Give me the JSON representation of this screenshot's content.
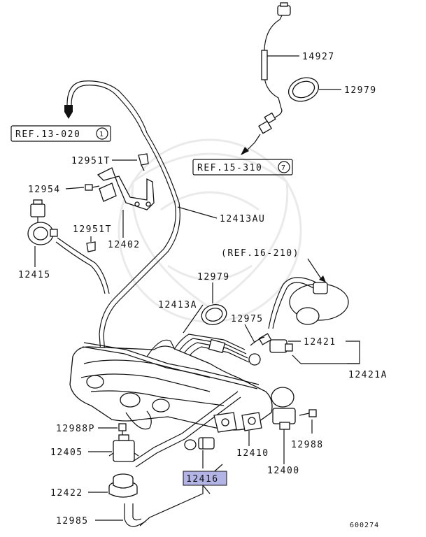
{
  "labels": {
    "p14927": "14927",
    "p12979a": "12979",
    "ref13": "REF.13-020",
    "ref13_num": "1",
    "ref15": "REF.15-310",
    "ref15_num": "7",
    "p12951t_a": "12951T",
    "p12954": "12954",
    "p12413au": "12413AU",
    "p12951t_b": "12951T",
    "p12402": "12402",
    "p12415": "12415",
    "ref16": "(REF.16-210)",
    "p12979b": "12979",
    "p12413a": "12413A",
    "p12975": "12975",
    "p12421": "12421",
    "p12421a": "12421A",
    "p12988p": "12988P",
    "p12405": "12405",
    "p12410": "12410",
    "p12988": "12988",
    "p12400": "12400",
    "p12416": "12416",
    "p12422": "12422",
    "p12985": "12985",
    "diagram_id": "600274"
  },
  "colors": {
    "highlight": "#b3b3e6",
    "ink": "#111111"
  }
}
